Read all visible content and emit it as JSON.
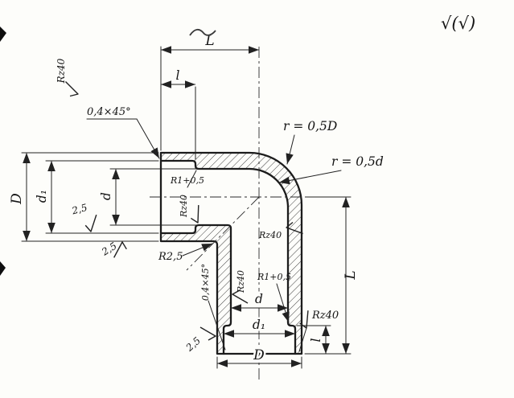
{
  "drawing": {
    "finish_note": "√(√)",
    "dimensions": {
      "length_top": "L",
      "socket_depth_top": "l",
      "chamfer_top": "0,4×45°",
      "outer_diameter_left": "D",
      "socket_diameter_left": "d₁",
      "bore_diameter_left": "d",
      "bore_diameter_bottom": "d",
      "socket_diameter_bottom": "d₁",
      "outer_diameter_bottom": "D",
      "length_right": "L",
      "socket_depth_right": "l",
      "chamfer_bottom": "0,4×45°"
    },
    "radii": {
      "outer_bend": "r = 0,5D",
      "inner_bend": "r = 0,5d",
      "corner_fillet": "R2,5",
      "socket_step_top": "R1+0,5",
      "socket_step_bottom": "R1+0,5"
    },
    "surface_finish": {
      "rz40": "Rz40",
      "ra25": "2,5"
    }
  }
}
